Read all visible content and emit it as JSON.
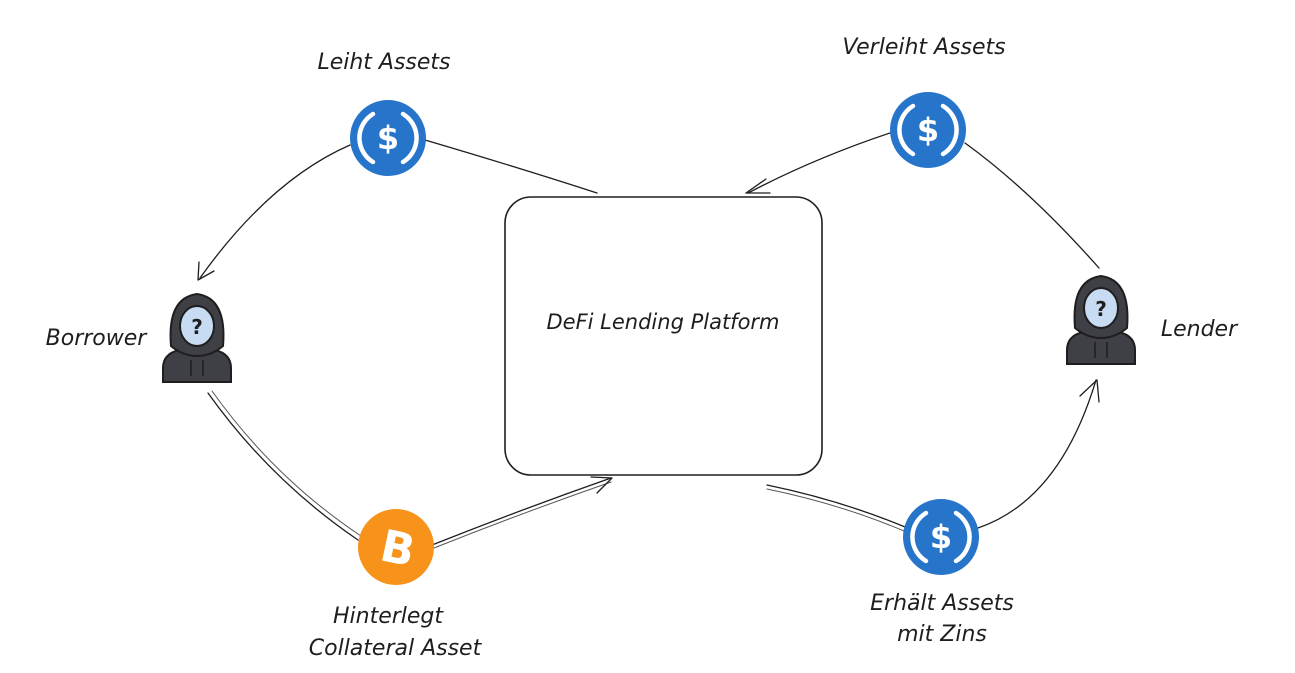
{
  "platform": {
    "label": "DeFi Lending Platform"
  },
  "actors": {
    "borrower": {
      "label": "Borrower",
      "icon": "hooded-user-icon"
    },
    "lender": {
      "label": "Lender",
      "icon": "hooded-user-icon"
    }
  },
  "flows": {
    "borrows": {
      "line1": "Leiht Assets",
      "line2": "",
      "icon": "usdc-coin-icon"
    },
    "lends": {
      "line1": "Verleiht Assets",
      "line2": "",
      "icon": "usdc-coin-icon"
    },
    "collateral": {
      "line1": "Hinterlegt",
      "line2": "Collateral Asset",
      "icon": "bitcoin-coin-icon"
    },
    "returns": {
      "line1": "Erhält Assets",
      "line2": "mit Zins",
      "icon": "usdc-coin-icon"
    }
  },
  "colors": {
    "usdc": "#2775ca",
    "bitcoin": "#f7931a",
    "hood": "#3f3f46",
    "face": "#c7dcf2",
    "ink": "#1e1e1e"
  }
}
